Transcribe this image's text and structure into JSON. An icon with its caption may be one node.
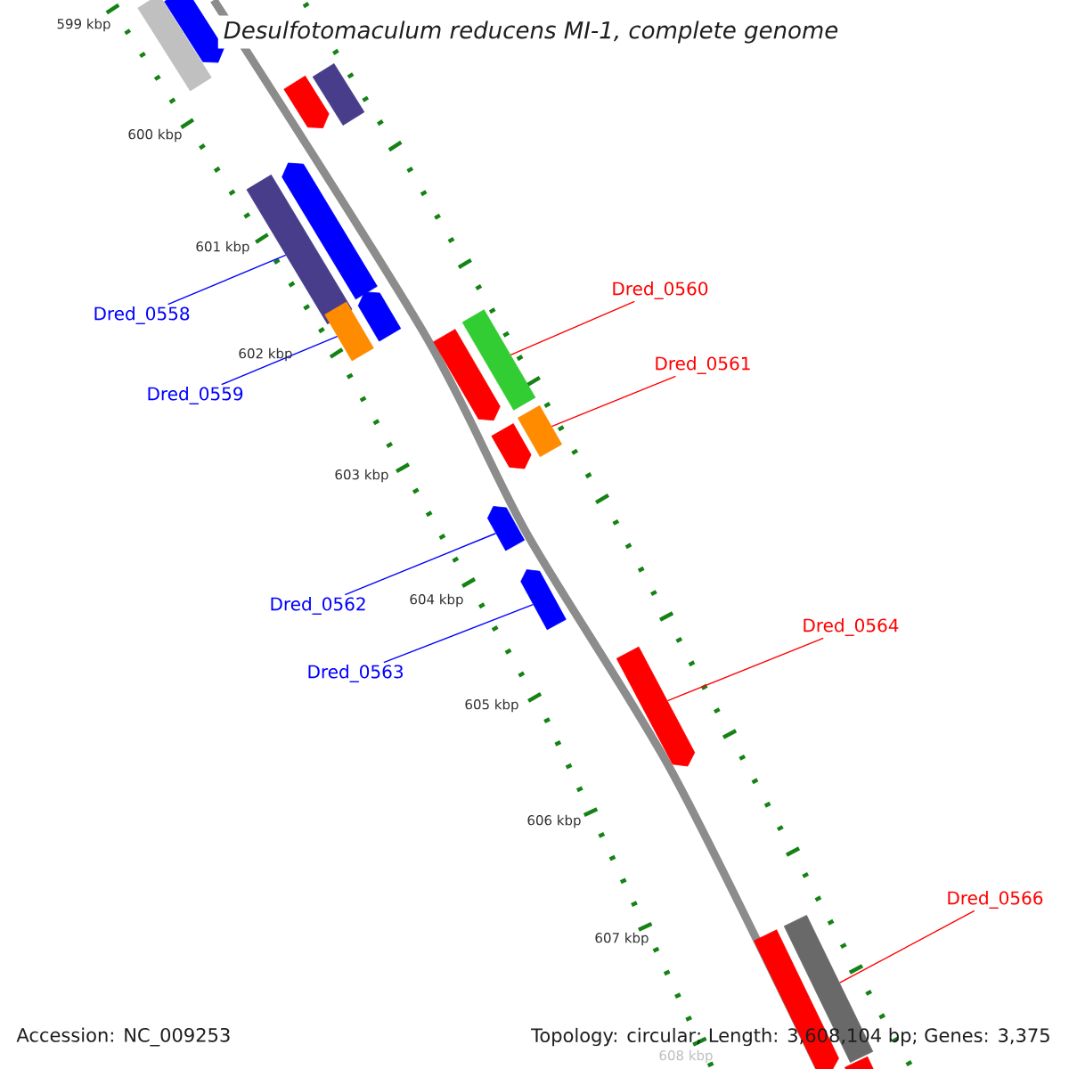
{
  "diagram": {
    "title": "Desulfotomaculum reducens MI-1, complete genome",
    "nodes": [
      {
        "text": [
          "Dred_0558"
        ]
      },
      {
        "text": [],
        "shape": "bar"
      },
      {
        "text": [
          "Dred_0559"
        ]
      },
      {
        "text": [],
        "shape": "bar"
      },
      {
        "text": [
          "Dred_0560"
        ]
      },
      {
        "text": [],
        "shape": "bar"
      },
      {
        "text": [
          "Dred_0561"
        ]
      },
      {
        "text": [],
        "shape": "bar"
      },
      {
        "text": [
          "Dred_0562"
        ]
      },
      {
        "text": [],
        "shape": "arrow"
      },
      {
        "text": [
          "Dred_0563"
        ]
      },
      {
        "text": [],
        "shape": "arrow"
      },
      {
        "text": [
          "Dred_0564"
        ]
      },
      {
        "text": [],
        "shape": "arrow"
      },
      {
        "text": [
          "Dred_0566"
        ]
      },
      {
        "text": [],
        "shape": "bar"
      },
      {
        "text": [],
        "shape": "bar"
      },
      {
        "text": [],
        "shape": "arrow"
      },
      {
        "text": [],
        "shape": "arrow"
      },
      {
        "text": [],
        "shape": "bar"
      },
      {
        "text": [],
        "shape": "arrow"
      },
      {
        "text": [],
        "shape": "arrow"
      },
      {
        "text": [],
        "shape": "arrow"
      },
      {
        "text": [],
        "shape": "arrow"
      },
      {
        "text": [],
        "shape": "arrow"
      },
      {
        "text": [],
        "shape": "arrow"
      }
    ],
    "edges": [
      {
        "from": 0,
        "to": 1,
        "arrow": "none",
        "color": "#0000ff"
      },
      {
        "from": 2,
        "to": 3,
        "arrow": "none",
        "color": "#0000ff"
      },
      {
        "from": 4,
        "to": 5,
        "arrow": "none",
        "color": "#ff0000"
      },
      {
        "from": 6,
        "to": 7,
        "arrow": "none",
        "color": "#ff0000"
      },
      {
        "from": 8,
        "to": 9,
        "arrow": "none",
        "color": "#0000ff"
      },
      {
        "from": 10,
        "to": 11,
        "arrow": "none",
        "color": "#0000ff"
      },
      {
        "from": 12,
        "to": 13,
        "arrow": "none",
        "color": "#ff0000"
      },
      {
        "from": 14,
        "to": 15,
        "arrow": "none",
        "color": "#ff0000"
      }
    ],
    "labels": [
      "599 kbp",
      "600 kbp",
      "601 kbp",
      "602 kbp",
      "603 kbp",
      "604 kbp",
      "605 kbp",
      "606 kbp",
      "607 kbp",
      "608 kbp",
      "Accession: NC_009253",
      "Topology: circular; Length: 3,608,104 bp; Genes: 3,375"
    ]
  }
}
